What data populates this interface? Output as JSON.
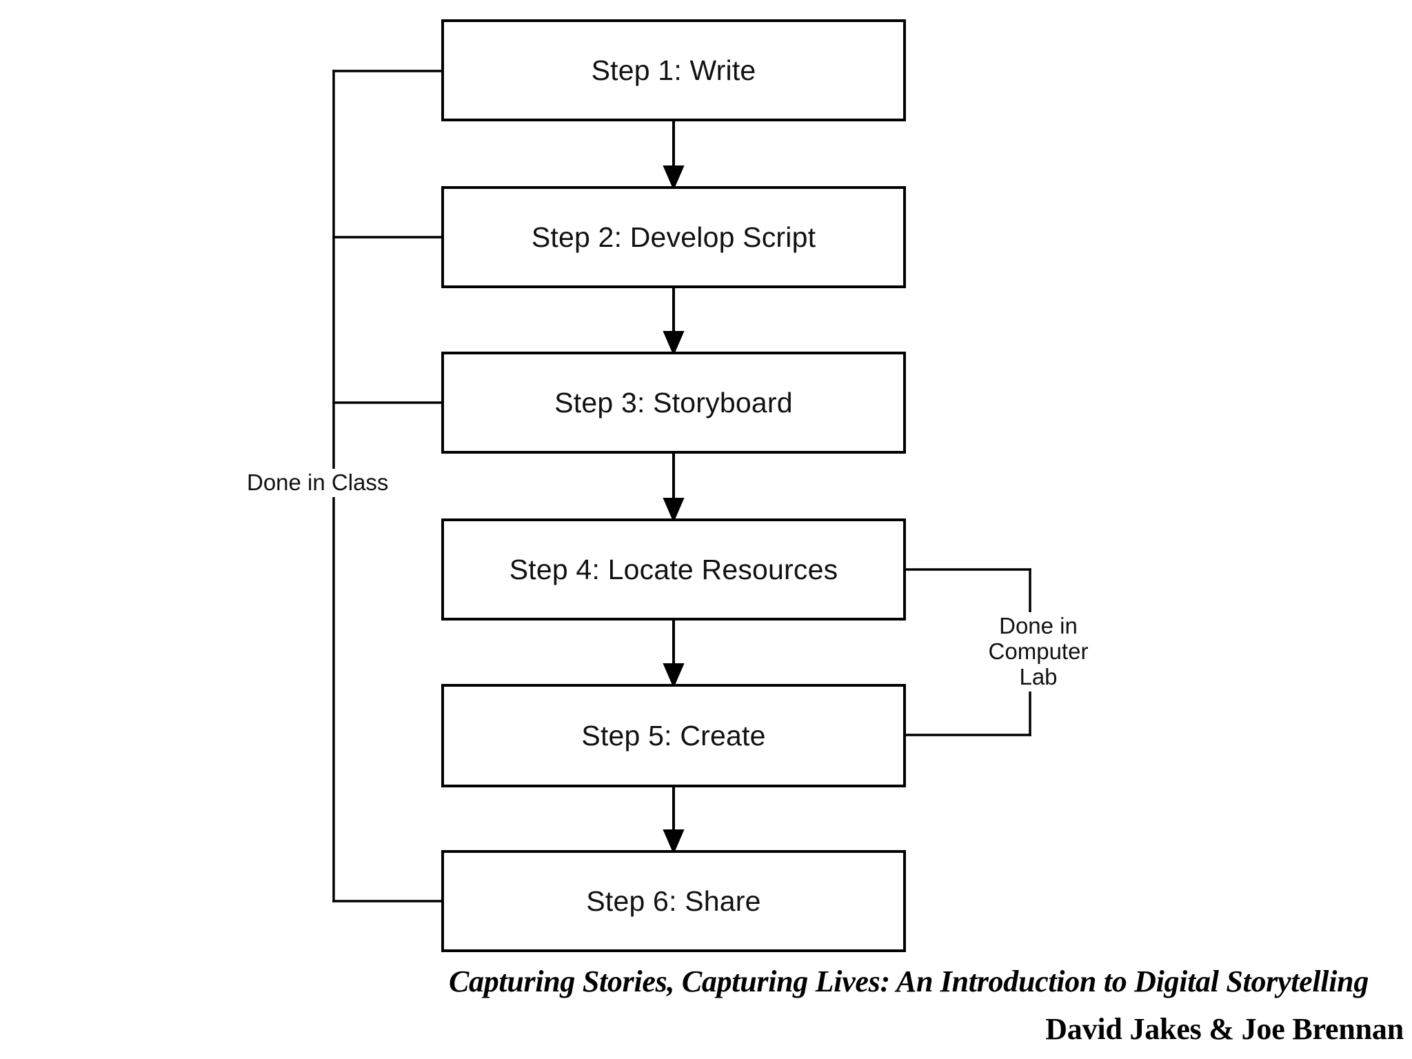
{
  "diagram": {
    "type": "flowchart",
    "orientation": "vertical",
    "steps": [
      {
        "id": "step-1",
        "label": "Step 1: Write"
      },
      {
        "id": "step-2",
        "label": "Step 2: Develop Script"
      },
      {
        "id": "step-3",
        "label": "Step 3: Storyboard"
      },
      {
        "id": "step-4",
        "label": "Step 4: Locate Resources"
      },
      {
        "id": "step-5",
        "label": "Step 5: Create"
      },
      {
        "id": "step-6",
        "label": "Step 6: Share"
      }
    ],
    "annotations": [
      {
        "id": "done-in-class",
        "label": "Done in Class",
        "side": "left",
        "covers": [
          "Step 1: Write",
          "Step 2: Develop Script",
          "Step 3: Storyboard",
          "Step 6: Share"
        ]
      },
      {
        "id": "done-in-computer-lab",
        "label_line_1": "Done in",
        "label_line_2": "Computer",
        "label_line_3": "Lab",
        "side": "right",
        "covers": [
          "Step 4: Locate Resources",
          "Step 5: Create"
        ]
      }
    ],
    "colors": {
      "background": "#ffffff",
      "box_border": "#000000",
      "box_fill": "#ffffff",
      "connector": "#000000",
      "text": "#111111"
    }
  },
  "caption": {
    "title": "Capturing Stories, Capturing Lives: An Introduction to Digital Storytelling",
    "authors": "David Jakes & Joe Brennan"
  }
}
